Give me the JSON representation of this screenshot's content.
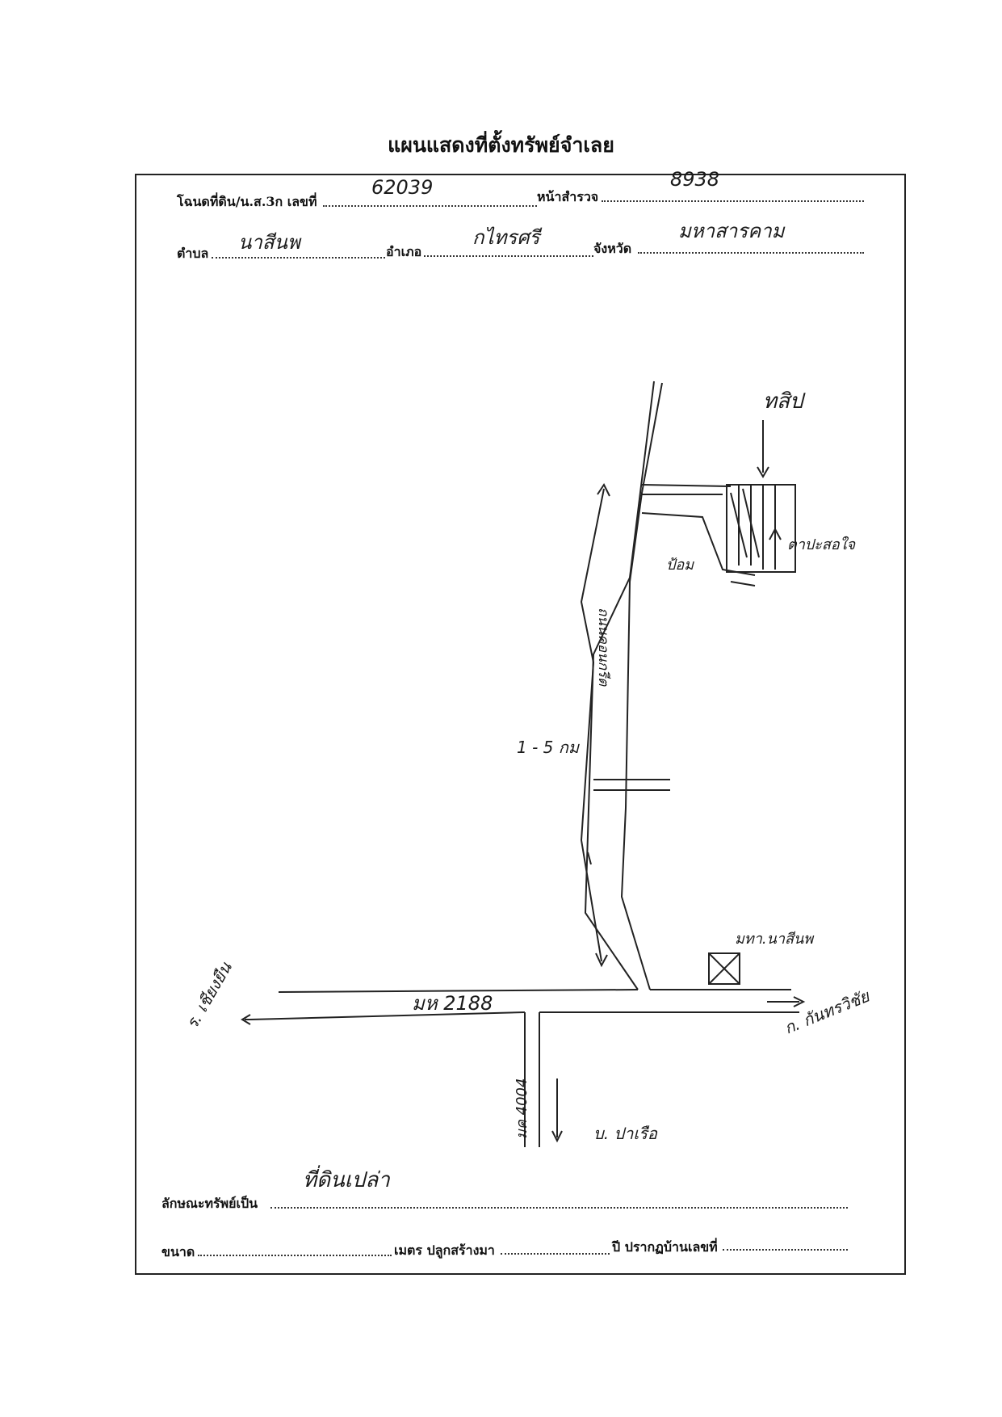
{
  "document": {
    "title": "แผนแสดงที่ตั้งทรัพย์จำเลย"
  },
  "header": {
    "deed_label": "โฉนดที่ดิน/น.ส.3ก เลขที่",
    "deed_number": "62039",
    "survey_page_label": "หน้าสำรวจ",
    "survey_page_number": "8938",
    "subdistrict_label": "ตำบล",
    "subdistrict_value": "นาสีนพ",
    "district_label": "อำเภอ",
    "district_value": "กไทรศรี",
    "province_label": "จังหวัด",
    "province_value": "มหาสารคาม"
  },
  "map_labels": {
    "north": "ทสิป",
    "east_upper": "ตาปะสอใจ",
    "land_marker": "ป้อม",
    "side_road": "ถนนคอนกรีต",
    "distance_label": "1 - 5 กม",
    "temple": "มทา.นาสีนพ",
    "main_road": "มห 2188",
    "west_direction": "ร. เชียงยืน",
    "east_direction": "ก. กันทรวิชัย",
    "south_direction": "บ. ปาเรือ",
    "south_road": "มค 4004"
  },
  "footer": {
    "property_label": "ลักษณะทรัพย์เป็น",
    "property_value": "ที่ดินเปล่า",
    "size_label": "ขนาด",
    "meters_label": "เมตร ปลูกสร้างมา",
    "years_label": "ปี ปรากฏบ้านเลขที่"
  }
}
